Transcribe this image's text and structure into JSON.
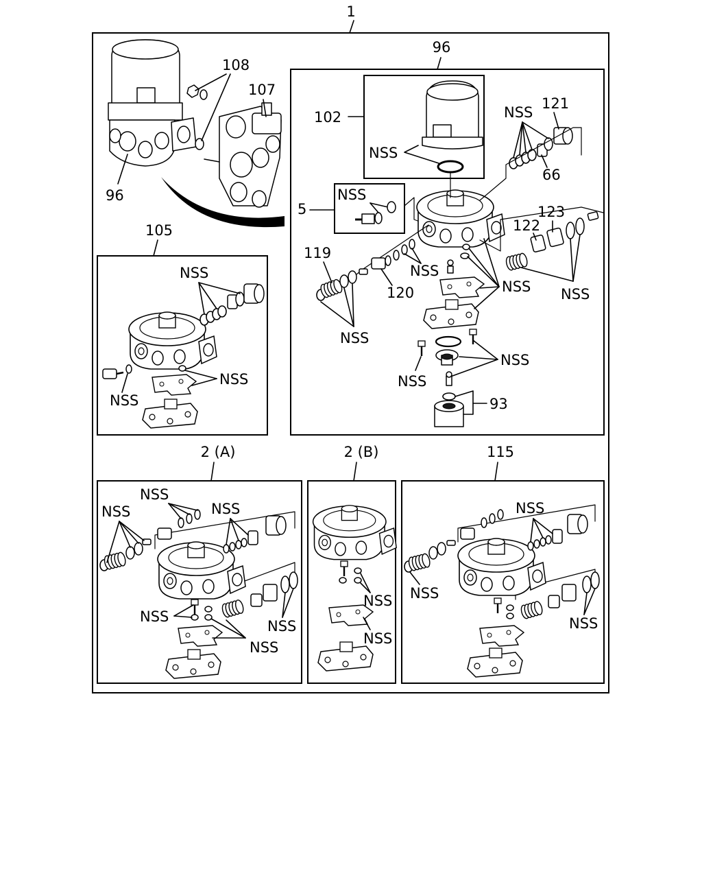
{
  "labels": {
    "kit": "1",
    "assembly_main": "96",
    "assembly_tl": "96",
    "cartridge": "102",
    "cartridge_nss": "NSS",
    "nut": "108",
    "valve_assy": "107",
    "kit_5": "5",
    "kit_5_nss": "NSS",
    "nss_top": "NSS",
    "part_121": "121",
    "part_66": "66",
    "part_123": "123",
    "part_122": "122",
    "nss_right": "NSS",
    "part_119": "119",
    "part_120": "120",
    "nss_mid": "NSS",
    "nss_body": "NSS",
    "nss_bottom_left": "NSS",
    "nss_valve_right": "NSS",
    "nss_screw": "NSS",
    "part_93": "93",
    "kit_105": "105",
    "k105_nss_top": "NSS",
    "k105_nss_right": "NSS",
    "k105_nss_left": "NSS",
    "kit_2a": "2 (A)",
    "k2a_nss_1": "NSS",
    "k2a_nss_2": "NSS",
    "k2a_nss_3": "NSS",
    "k2a_nss_4": "NSS",
    "k2a_nss_5": "NSS",
    "k2a_nss_6": "NSS",
    "kit_2b": "2 (B)",
    "k2b_nss_1": "NSS",
    "k2b_nss_2": "NSS",
    "kit_115": "115",
    "k115_nss_1": "NSS",
    "k115_nss_2": "NSS",
    "k115_nss_3": "NSS"
  },
  "colors": {
    "line": "#000000",
    "background": "#ffffff"
  }
}
